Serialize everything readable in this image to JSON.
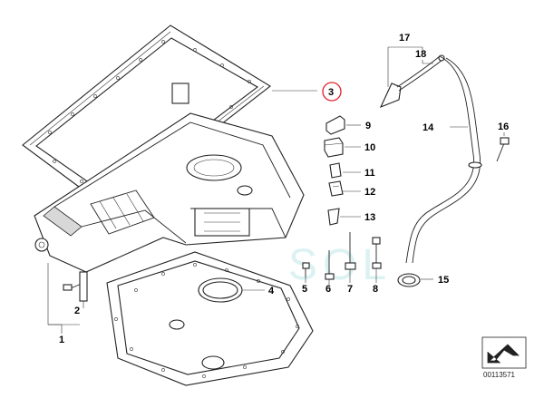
{
  "callouts": {
    "c1": "1",
    "c2": "2",
    "c3": "3",
    "c4": "4",
    "c5": "5",
    "c6": "6",
    "c7": "7",
    "c8": "8",
    "c9": "9",
    "c10": "10",
    "c11": "11",
    "c12": "12",
    "c13": "13",
    "c14": "14",
    "c15": "15",
    "c16": "16",
    "c17": "17",
    "c18": "18"
  },
  "watermark": "SOL",
  "reference_number": "00113571",
  "colors": {
    "highlight_circle": "#e0202a",
    "watermark": "#bfe7e8"
  }
}
